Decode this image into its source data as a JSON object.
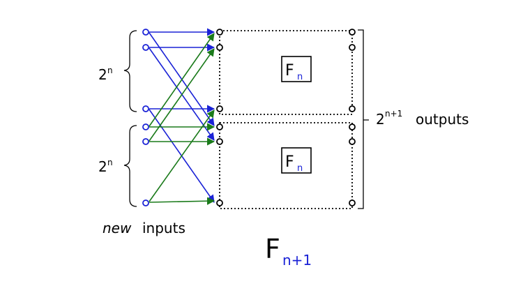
{
  "labels": {
    "two_n_top": "2",
    "two_n_top_sup": "n",
    "two_n_bottom": "2",
    "two_n_bottom_sup": "n",
    "outputs_base": "2",
    "outputs_sup": "n+1",
    "outputs_word": "outputs",
    "new_word": "new",
    "inputs_word": "inputs",
    "inner_box_top_F": "F",
    "inner_box_top_sub": "n",
    "inner_box_bottom_F": "F",
    "inner_box_bottom_sub": "n",
    "title_F": "F",
    "title_sub": "n+1"
  },
  "colors": {
    "blue": "#1a22d6",
    "green": "#1a7a1a",
    "black": "#000000"
  }
}
